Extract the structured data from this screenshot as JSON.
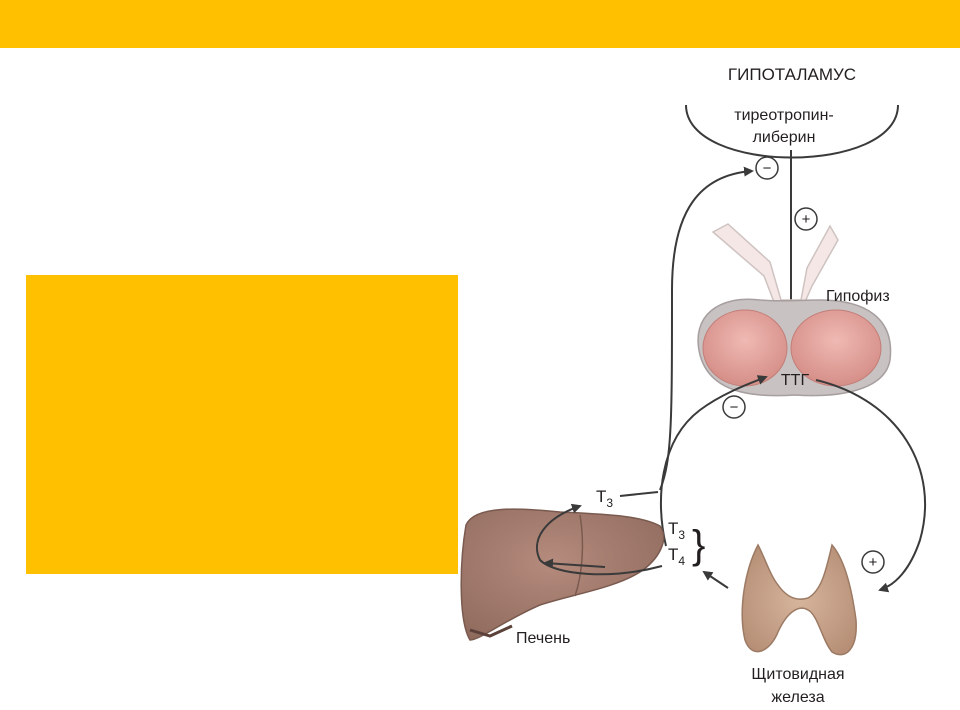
{
  "colors": {
    "accent_yellow": "#FFC000",
    "line": "#3a3a3a",
    "pituitary_fill": "#e6a59f",
    "liver_fill": "#a67c6e",
    "thyroid_fill": "#c8a48c"
  },
  "diagram": {
    "hypothalamus_title": "ГИПОТАЛАМУС",
    "trh_line1": "тиреотропин-",
    "trh_line2": "либерин",
    "pituitary_label": "Гипофиз",
    "tsh_label": "ТТГ",
    "liver_label": "Печень",
    "thyroid_line1": "Щитовидная",
    "thyroid_line2": "железа",
    "t_letter": "T",
    "sub_3": "3",
    "sub_4": "4",
    "brace": "}",
    "plus_sign": "+",
    "minus_sign": "−"
  }
}
